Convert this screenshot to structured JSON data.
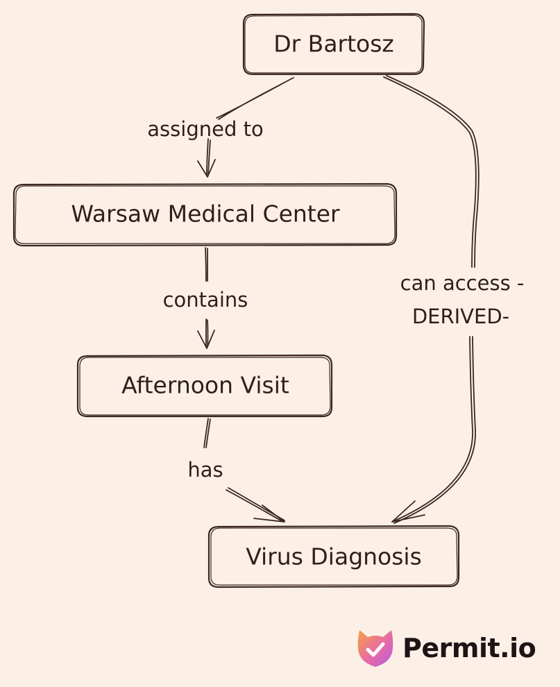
{
  "diagram": {
    "nodes": {
      "dr_bartosz": "Dr Bartosz",
      "warsaw": "Warsaw Medical Center",
      "afternoon": "Afternoon Visit",
      "virus": "Virus Diagnosis"
    },
    "edges": {
      "assigned_to": "assigned to",
      "contains": "contains",
      "has": "has",
      "can_access_line1": "can access -",
      "can_access_line2": "DERIVED-"
    }
  },
  "brand": {
    "name": "Permit.io",
    "logo_icon": "permit-cat-shield-icon",
    "gradient": [
      "#f5a142",
      "#e86aa6",
      "#b35be0"
    ]
  },
  "colors": {
    "background": "#fcf0e6",
    "stroke": "#3a2522",
    "text": "#2e1f1d"
  }
}
